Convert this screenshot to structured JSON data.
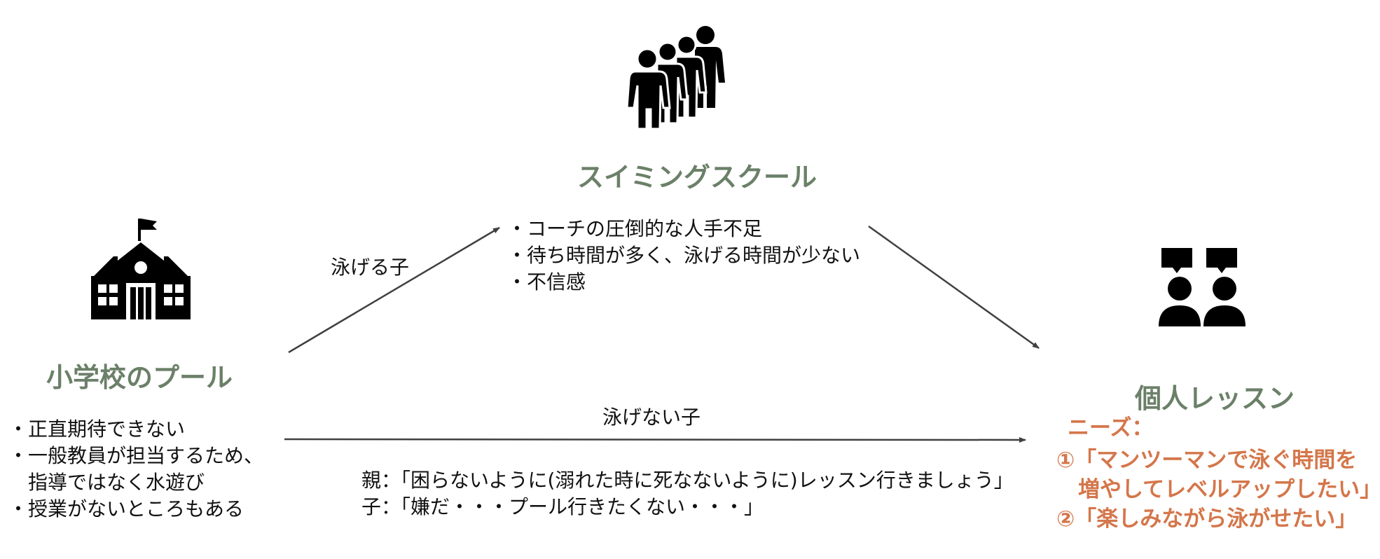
{
  "colors": {
    "title_green": "#6b8068",
    "needs_orange": "#d4764a",
    "icon_black": "#000000",
    "arrow_gray": "#404040"
  },
  "nodes": {
    "school": {
      "title": "小学校のプール",
      "icon": "school-building-icon",
      "notes": [
        "・正直期待できない",
        "・一般教員が担当するため、",
        "　指導ではなく水遊び",
        "・授業がないところもある"
      ]
    },
    "swim_school": {
      "title": "スイミングスクール",
      "icon": "queue-of-people-icon",
      "notes": [
        "・コーチの圧倒的な人手不足",
        "・待ち時間が多く、泳げる時間が少ない",
        "・不信感"
      ]
    },
    "private_lesson": {
      "title": "個人レッスン",
      "icon": "two-people-talking-icon",
      "needs_label": "ニーズ：",
      "needs": [
        "①「マンツーマンで泳ぐ時間を",
        "　増やしてレベルアップしたい」",
        "②「楽しみながら泳がせたい」"
      ]
    }
  },
  "edges": {
    "school_to_swim": {
      "label": "泳げる子"
    },
    "school_to_private": {
      "label": "泳げない子"
    }
  },
  "quotes": [
    "親：「困らないように(溺れた時に死なないように)レッスン行きましょう」",
    "子：「嫌だ・・・プール行きたくない・・・」"
  ]
}
